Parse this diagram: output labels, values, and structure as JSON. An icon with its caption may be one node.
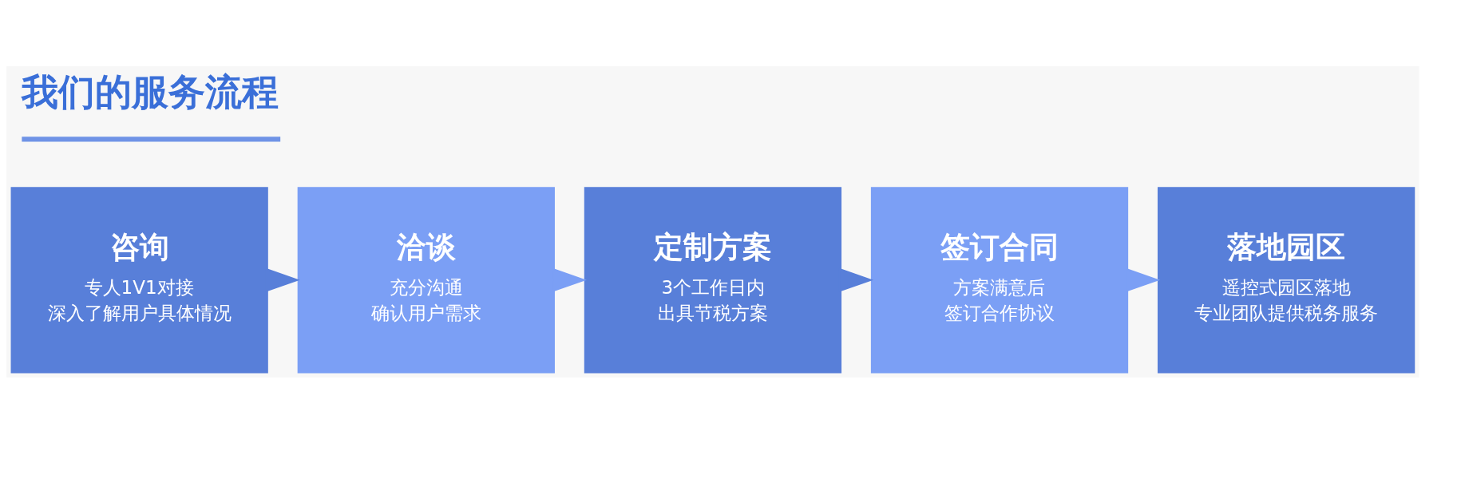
{
  "diagram": {
    "title": "我们的服务流程",
    "nodes": [
      {
        "text": [
          "咨询",
          "专人1V1对接",
          "深入了解用户具体情况"
        ]
      },
      {
        "text": [
          "洽谈",
          "充分沟通",
          "确认用户需求"
        ]
      },
      {
        "text": [
          "定制方案",
          "3个工作日内",
          "出具节税方案"
        ]
      },
      {
        "text": [
          "签订合同",
          "方案满意后",
          "签订合作协议"
        ]
      },
      {
        "text": [
          "落地园区",
          "遥控式园区落地",
          "专业团队提供税务服务"
        ]
      }
    ],
    "edges": [
      {
        "from": 0,
        "to": 1,
        "arrow": "to",
        "color": "#587fd9"
      },
      {
        "from": 1,
        "to": 2,
        "arrow": "to",
        "color": "#7b9ff5"
      },
      {
        "from": 2,
        "to": 3,
        "arrow": "to",
        "color": "#587fd9"
      },
      {
        "from": 3,
        "to": 4,
        "arrow": "to",
        "color": "#7b9ff5"
      }
    ]
  }
}
